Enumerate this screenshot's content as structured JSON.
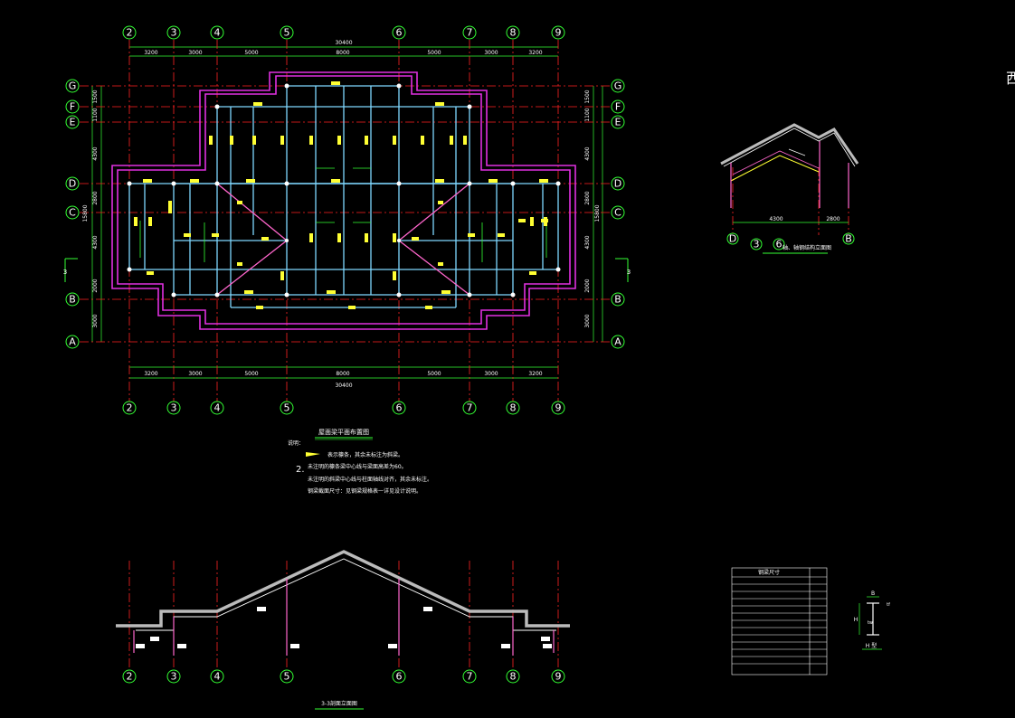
{
  "grid": {
    "cols": [
      "2",
      "3",
      "4",
      "5",
      "6",
      "7",
      "8",
      "9"
    ],
    "rows": [
      "G",
      "F",
      "E",
      "D",
      "C",
      "B",
      "A"
    ]
  },
  "plan": {
    "overall_top": "30400",
    "overall_bottom": "30400",
    "segments_top": [
      "3200",
      "3000",
      "5000",
      "8000",
      "5000",
      "3000",
      "3200"
    ],
    "segments_bottom": [
      "3200",
      "3000",
      "5000",
      "8000",
      "5000",
      "3000",
      "3200"
    ],
    "left_dims": [
      "1500",
      "1100",
      "4300",
      "2800",
      "4300",
      "2000",
      "3000"
    ],
    "left_total": "15800",
    "right_dims": [
      "1500",
      "1100",
      "4300",
      "2800",
      "4300",
      "2000",
      "3000"
    ],
    "right_total": "15800",
    "section_mark_left": "3",
    "section_mark_right": "3",
    "title": "屋面梁平面布置图"
  },
  "notes": {
    "heading": "说明：",
    "item1": "表示檩条，其余未标注为斜梁。",
    "item2_num": "2.",
    "item2_line1": "未注明的檩条梁中心线与梁面高差为60。",
    "item2_line2": "未注明的斜梁中心线与柱面轴线对齐，其余未标注。",
    "item2_line3": "钢梁截面尺寸：见钢梁规格表一详见设计说明。"
  },
  "section_small": {
    "axes": [
      "D",
      "3",
      "6",
      "B"
    ],
    "dims": [
      "4300",
      "2800"
    ],
    "title": "轴、轴钢结构立面图",
    "side_label": "西"
  },
  "section_long": {
    "axes": [
      "2",
      "3",
      "4",
      "5",
      "6",
      "7",
      "8",
      "9"
    ],
    "title": "3-3剖面立面图"
  },
  "table": {
    "header": "钢梁尺寸"
  },
  "detail": {
    "title": "H 型",
    "labels": [
      "B",
      "H",
      "tw",
      "tf"
    ]
  }
}
